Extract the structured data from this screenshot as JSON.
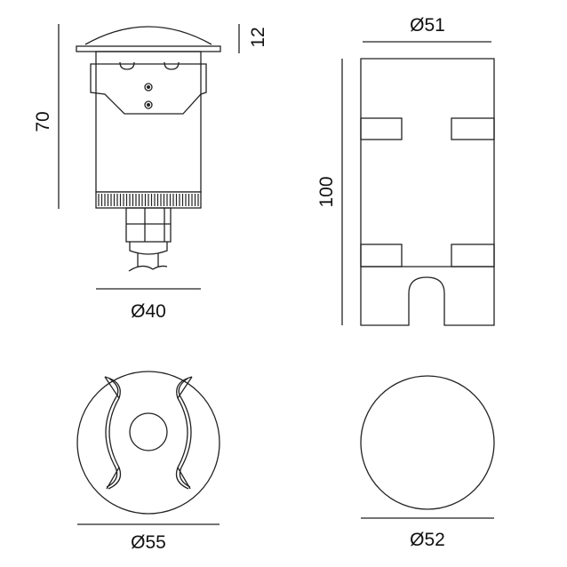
{
  "dimensions": {
    "side_height": "70",
    "flange_height": "12",
    "body_diameter": "Ø40",
    "sleeve_diameter": "Ø51",
    "sleeve_height": "100",
    "top_diameter": "Ø55",
    "sleeve_bottom_diameter": "Ø52"
  },
  "colors": {
    "line": "#222222",
    "background": "#ffffff"
  }
}
